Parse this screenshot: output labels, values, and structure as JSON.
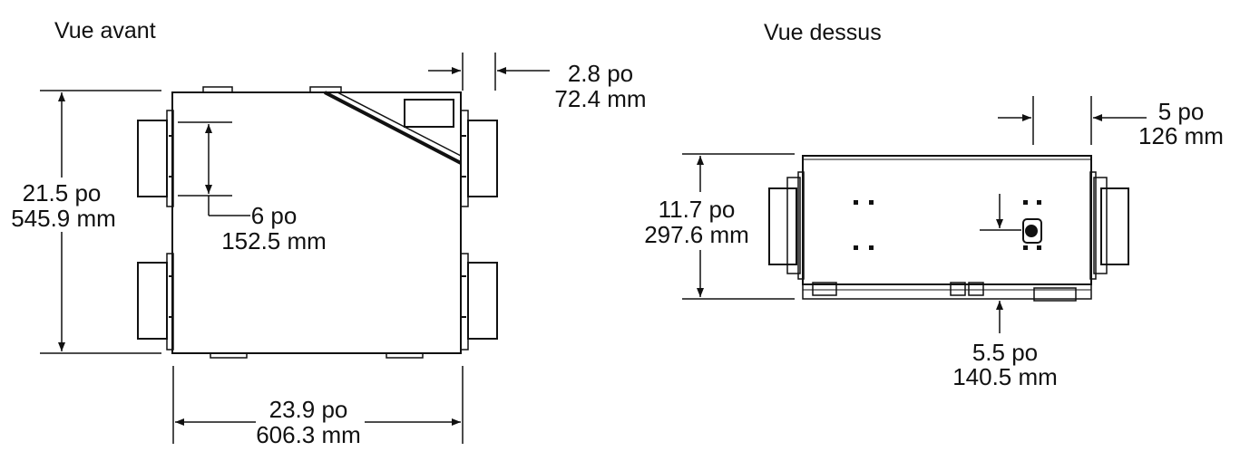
{
  "views": {
    "front": {
      "title": "Vue avant"
    },
    "top": {
      "title": "Vue dessus"
    }
  },
  "dimensions": {
    "front_height": {
      "imperial": "21.5 po",
      "metric": "545.9 mm"
    },
    "front_width": {
      "imperial": "23.9 po",
      "metric": "606.3 mm"
    },
    "front_port": {
      "imperial": "6 po",
      "metric": "152.5 mm"
    },
    "front_collar": {
      "imperial": "2.8 po",
      "metric": "72.4 mm"
    },
    "top_depth": {
      "imperial": "11.7 po",
      "metric": "297.6 mm"
    },
    "top_collar": {
      "imperial": "5 po",
      "metric": "126 mm"
    },
    "top_offset": {
      "imperial": "5.5 po",
      "metric": "140.5 mm"
    }
  },
  "colors": {
    "line": "#111111",
    "background": "#ffffff"
  }
}
